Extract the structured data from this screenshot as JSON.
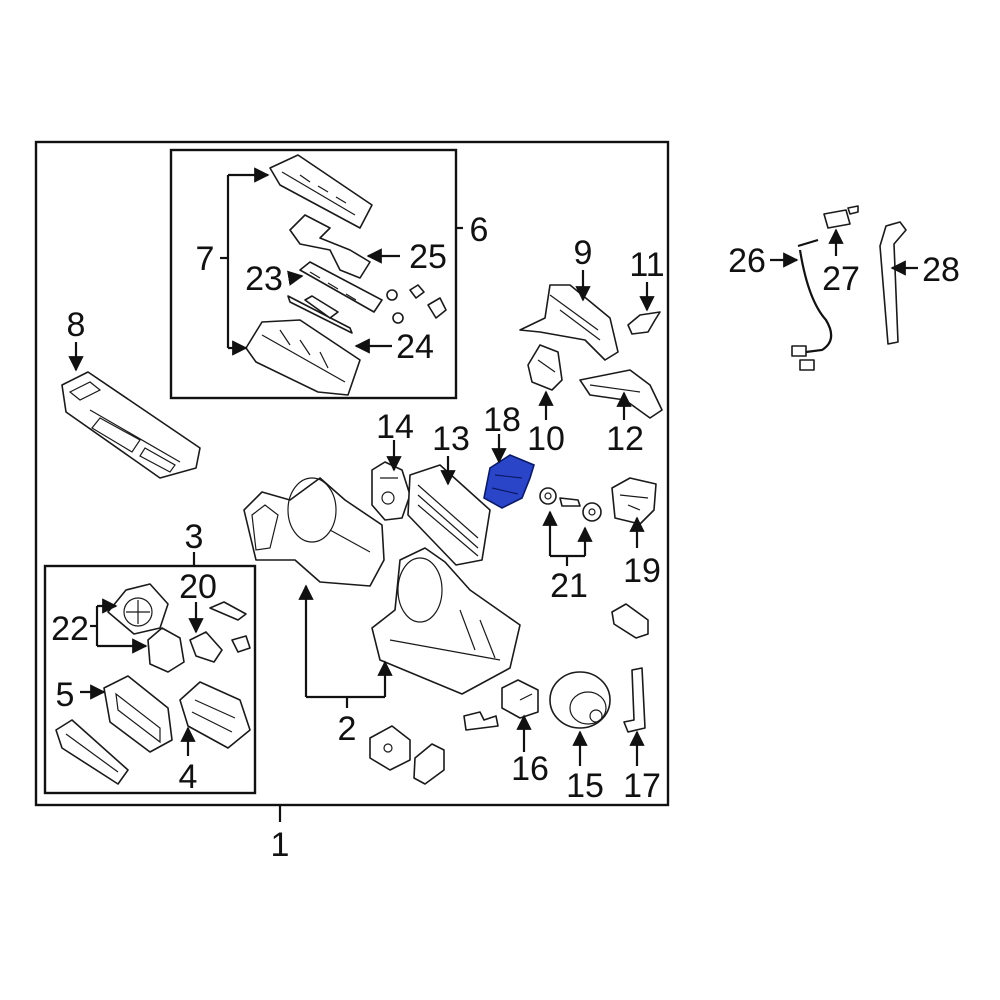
{
  "diagram": {
    "highlight_color": "#2b45c9",
    "labels": {
      "l1": "1",
      "l2": "2",
      "l3": "3",
      "l4": "4",
      "l5": "5",
      "l6": "6",
      "l7": "7",
      "l8": "8",
      "l9": "9",
      "l10": "10",
      "l11": "11",
      "l12": "12",
      "l13": "13",
      "l14": "14",
      "l15": "15",
      "l16": "16",
      "l17": "17",
      "l18": "18",
      "l19": "19",
      "l20": "20",
      "l21": "21",
      "l22": "22",
      "l23": "23",
      "l24": "24",
      "l25": "25",
      "l26": "26",
      "l27": "27",
      "l28": "28"
    }
  }
}
